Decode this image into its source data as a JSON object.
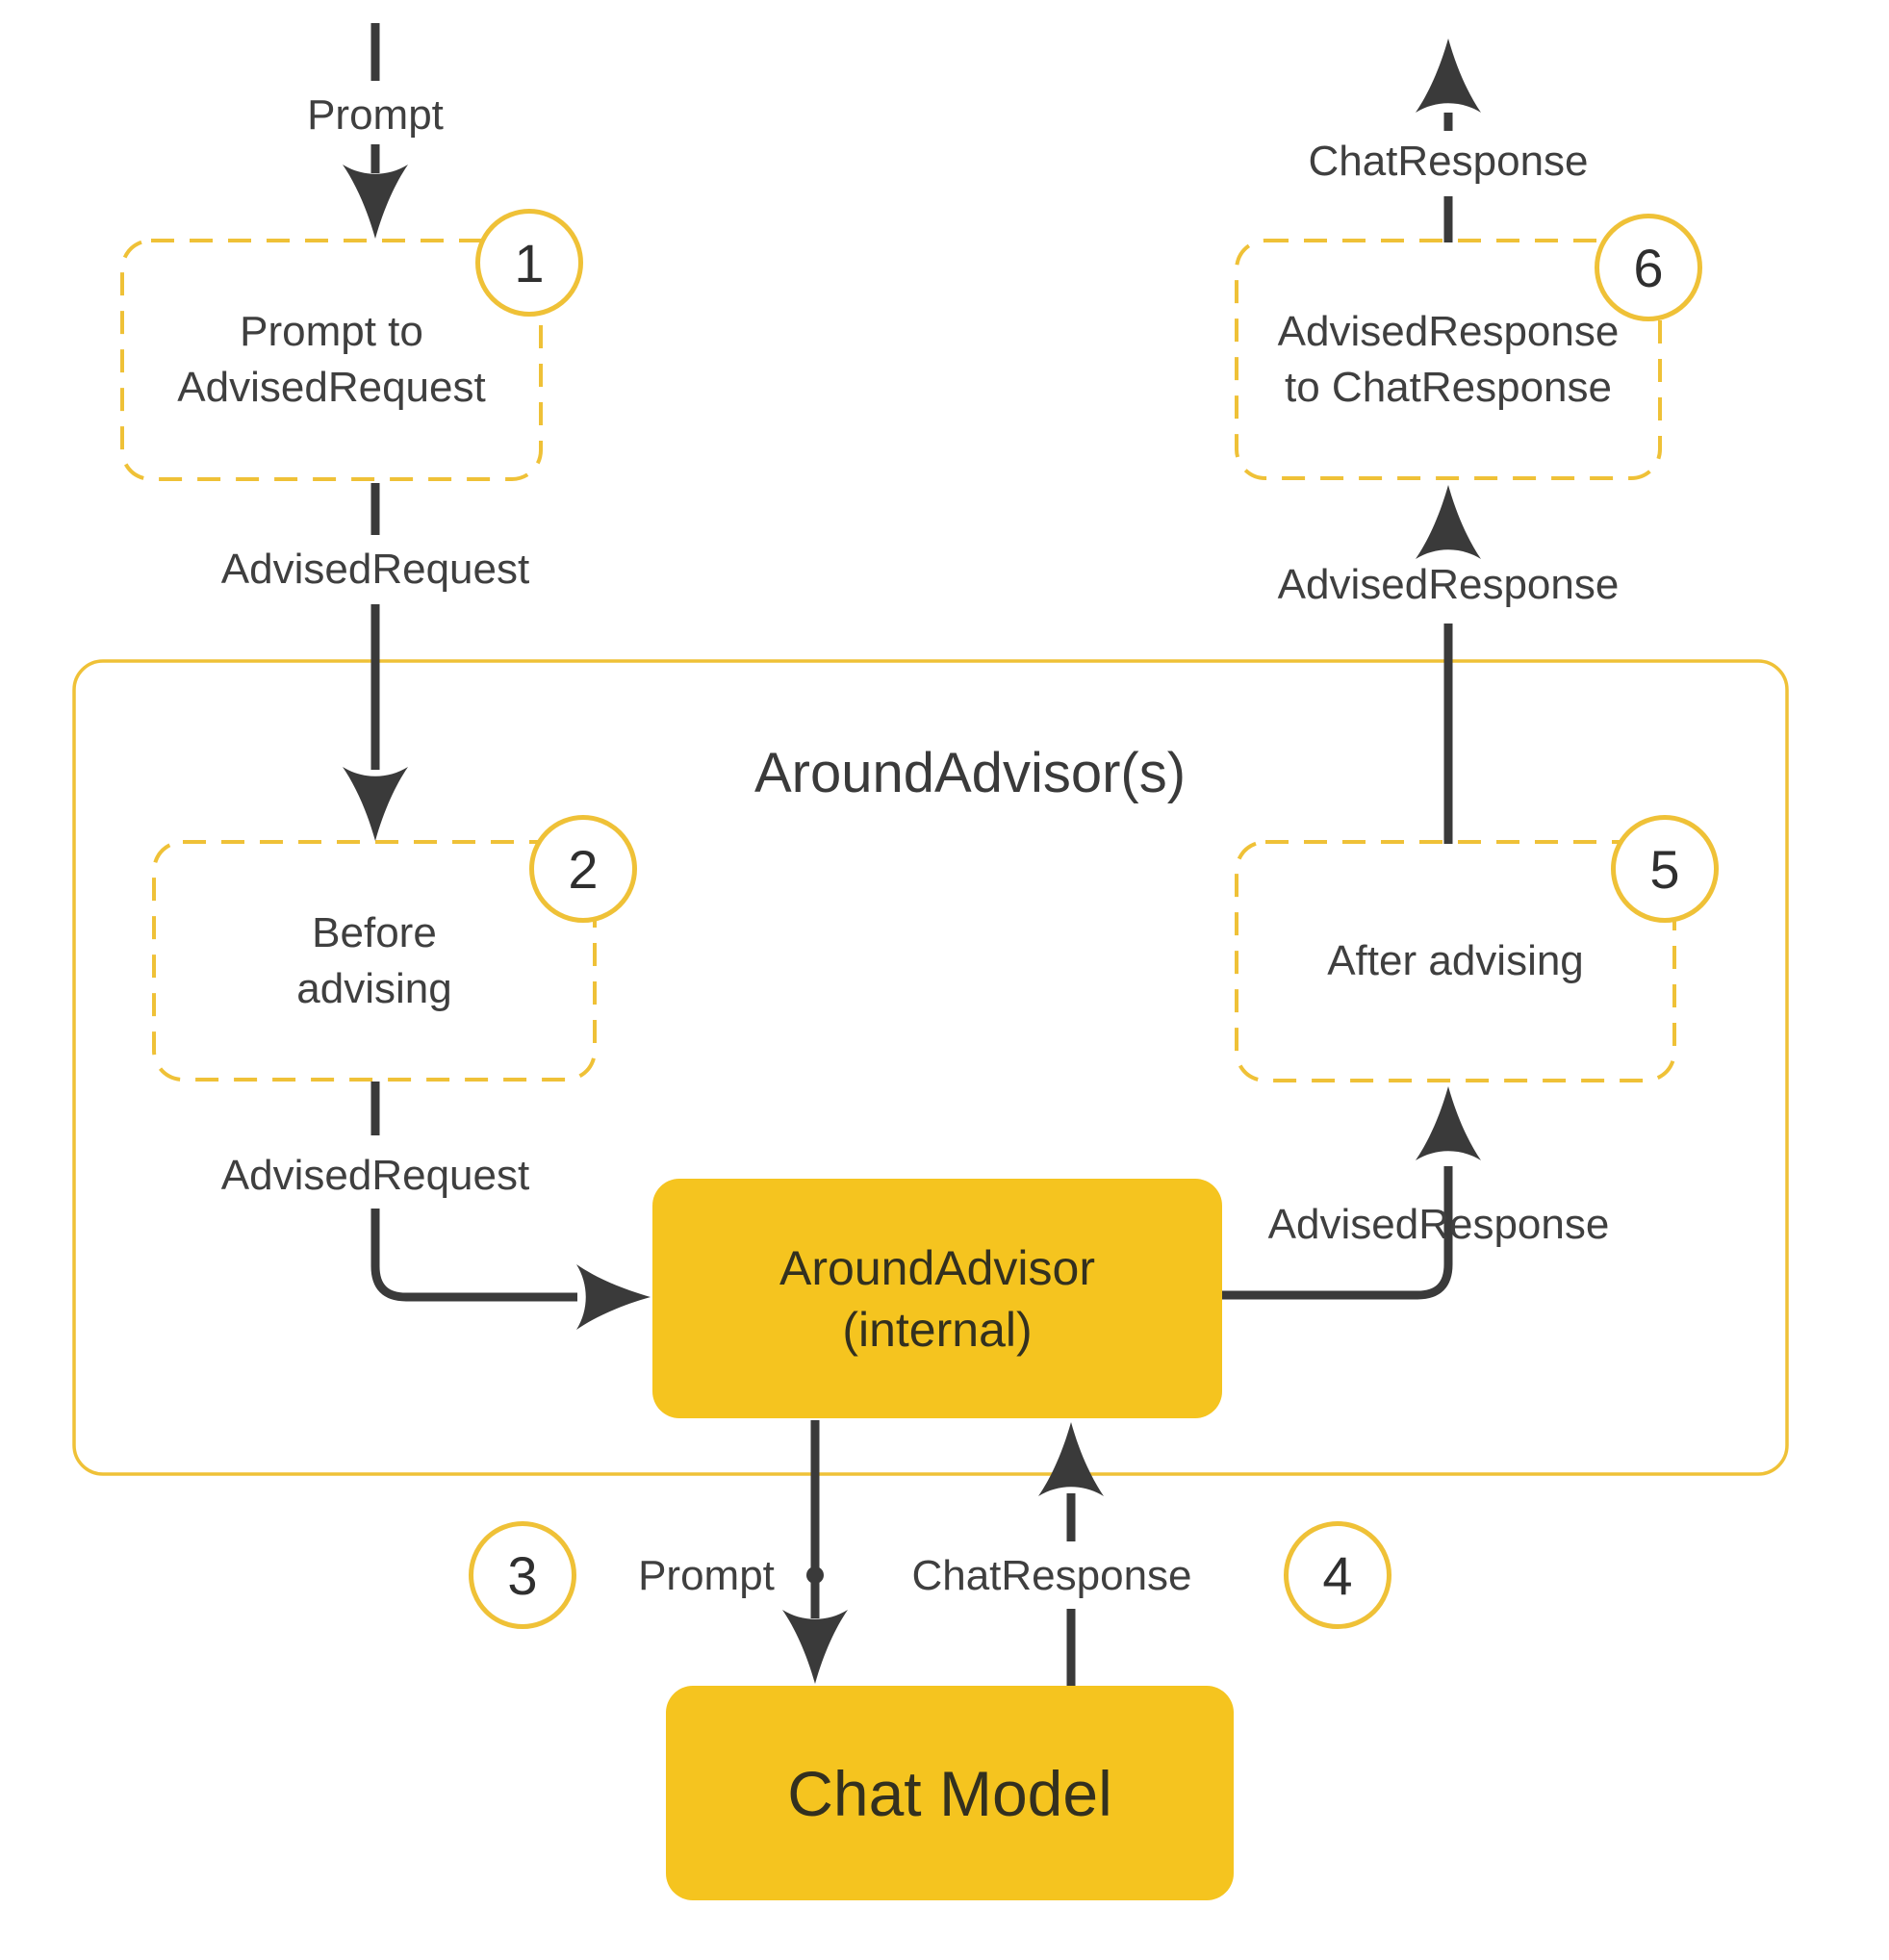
{
  "colors": {
    "accent_yellow": "#EFC137",
    "box_fill_yellow": "#F5C41F",
    "wire_dark": "#3A3A3A",
    "text_dark": "#3F3F3F"
  },
  "container": {
    "title": "AroundAdvisor(s)"
  },
  "nodes": {
    "step1": {
      "number": "1",
      "line1": "Prompt to",
      "line2": "AdvisedRequest"
    },
    "step2": {
      "number": "2",
      "line1": "Before",
      "line2": "advising"
    },
    "step5": {
      "number": "5",
      "line1": "After advising"
    },
    "step6": {
      "number": "6",
      "line1": "AdvisedResponse",
      "line2": "to ChatResponse"
    },
    "internal": {
      "line1": "AroundAdvisor",
      "line2": "(internal)"
    },
    "chat_model": {
      "label": "Chat Model"
    }
  },
  "badges": {
    "step3": "3",
    "step4": "4"
  },
  "labels": {
    "prompt_top": "Prompt",
    "advised_request_1": "AdvisedRequest",
    "advised_request_2": "AdvisedRequest",
    "advised_response_mid": "AdvisedResponse",
    "advised_response_right": "AdvisedResponse",
    "chat_response_top": "ChatResponse",
    "prompt_bottom": "Prompt",
    "chat_response_bottom": "ChatResponse"
  }
}
